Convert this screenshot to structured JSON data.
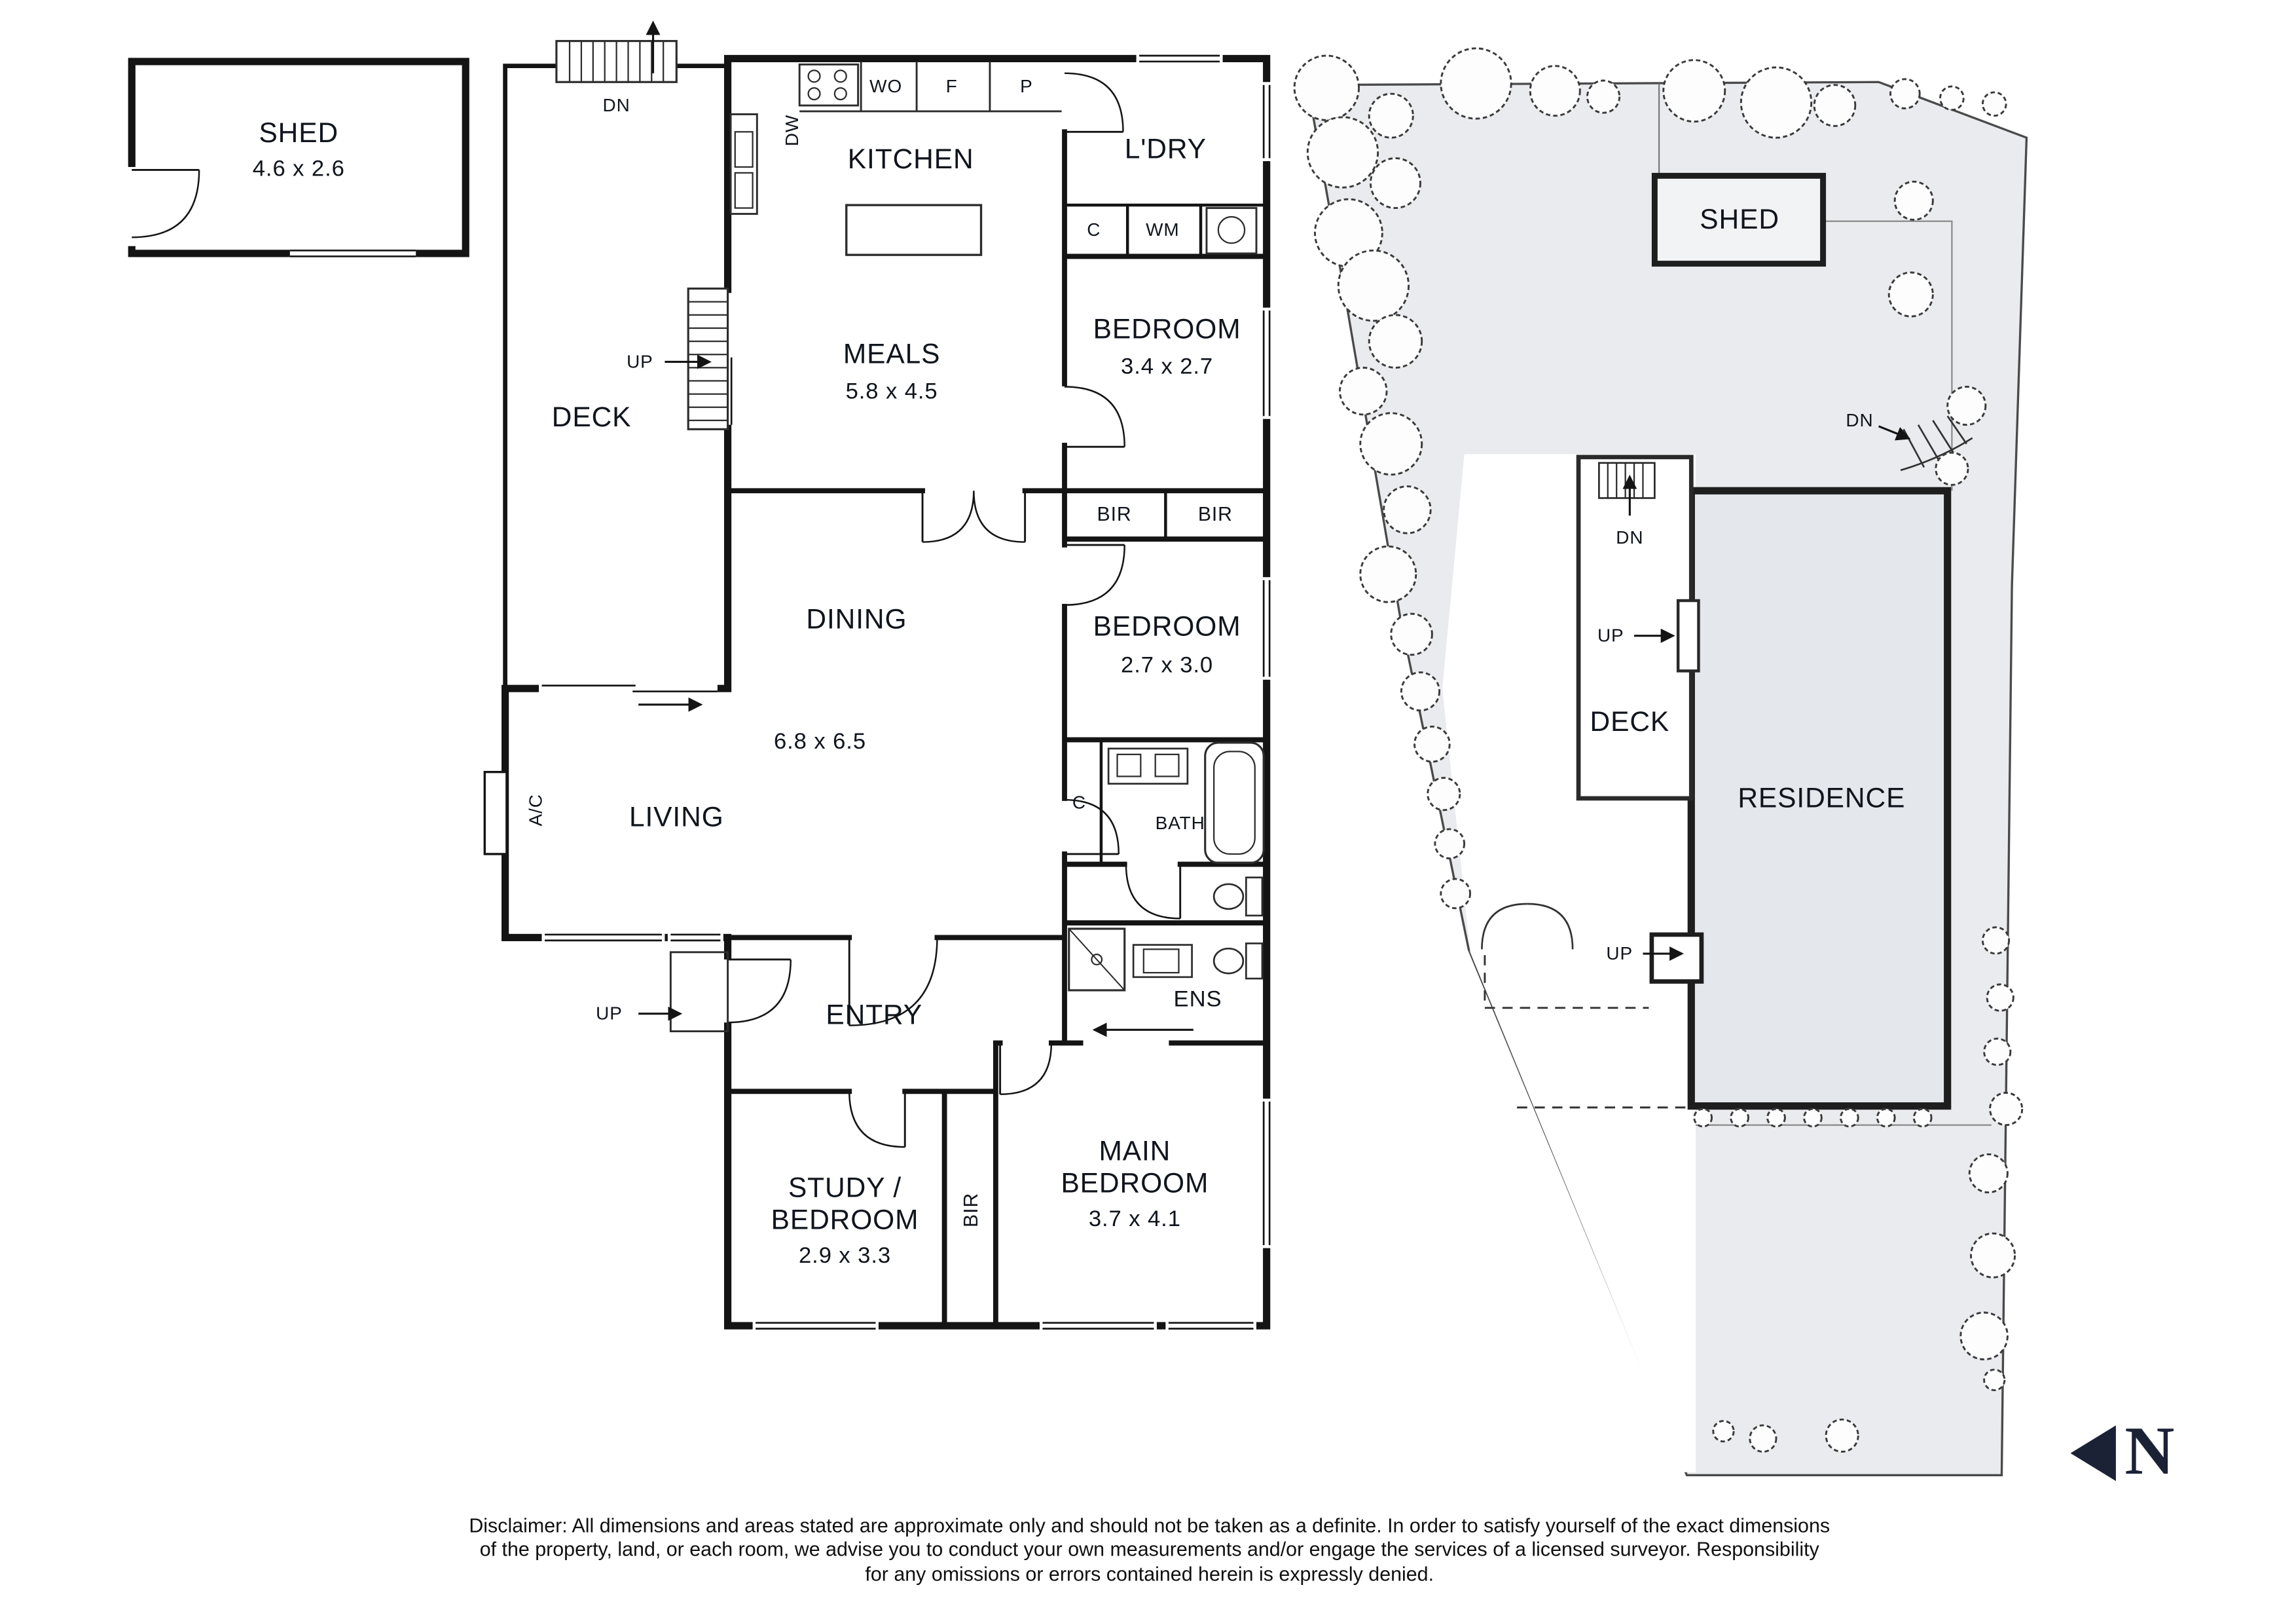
{
  "colors": {
    "wall": "#141414",
    "site_fill": "#e9ebee",
    "residence_fill": "#e4e7eb",
    "north_mark": "#1b2236",
    "text": "#10151d"
  },
  "fp": {
    "shed": {
      "name": "SHED",
      "dims": "4.6 x 2.6"
    },
    "deck": {
      "name": "DECK",
      "up": "UP",
      "dn": "DN"
    },
    "kitchen": {
      "name": "KITCHEN",
      "wo": "WO",
      "f": "F",
      "p": "P",
      "dw": "DW"
    },
    "laundry": {
      "name": "L'DRY",
      "c": "C",
      "wm": "WM"
    },
    "meals": {
      "name": "MEALS",
      "dims": "5.8 x 4.5"
    },
    "bedroom1": {
      "name": "BEDROOM",
      "dims": "3.4 x 2.7"
    },
    "bir1": "BIR",
    "bir2": "BIR",
    "bir3": "BIR",
    "dining": {
      "name": "DINING"
    },
    "bedroom2": {
      "name": "BEDROOM",
      "dims": "2.7 x 3.0"
    },
    "living": {
      "name": "LIVING",
      "dims": "6.8 x 6.5",
      "ac": "A/C"
    },
    "bath": {
      "name": "BATH",
      "c": "C"
    },
    "ens": {
      "name": "ENS"
    },
    "entry": {
      "name": "ENTRY",
      "up": "UP"
    },
    "study": {
      "name1": "STUDY /",
      "name2": "BEDROOM",
      "dims": "2.9 x 3.3"
    },
    "main_bedroom": {
      "name1": "MAIN",
      "name2": "BEDROOM",
      "dims": "3.7 x 4.1"
    }
  },
  "sp": {
    "shed": "SHED",
    "deck": "DECK",
    "residence": "RESIDENCE",
    "deck_dn": "DN",
    "deck_up": "UP",
    "top_dn": "DN",
    "lower_up": "UP",
    "north": "N"
  },
  "disclaimer": {
    "line1": "Disclaimer: All dimensions and areas stated are approximate only and should not be taken as a definite. In order to satisfy yourself of the exact dimensions",
    "line2": "of the property, land, or each room, we advise you to conduct your own measurements and/or engage the services of a licensed surveyor. Responsibility",
    "line3": "for any omissions or errors contained herein is expressly denied."
  }
}
